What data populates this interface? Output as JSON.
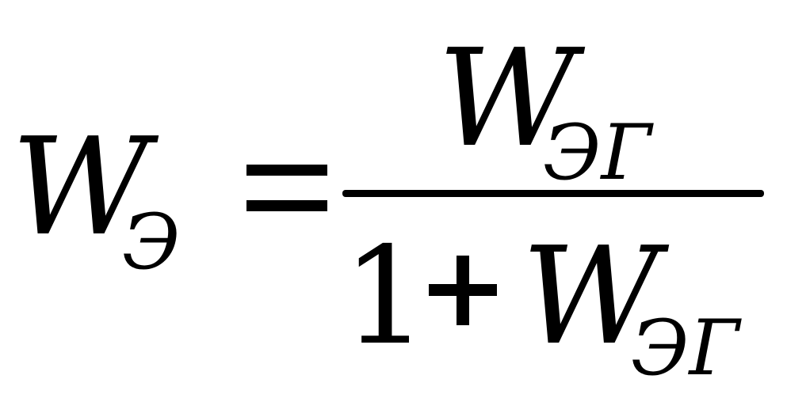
{
  "formula": {
    "lhs": {
      "symbol": "W",
      "subscript": "Э"
    },
    "equals": "=",
    "numerator": {
      "symbol": "W",
      "subscript": "ЭГ"
    },
    "denominator": {
      "one": "1",
      "plus": "+",
      "symbol": "W",
      "subscript": "ЭГ"
    }
  }
}
